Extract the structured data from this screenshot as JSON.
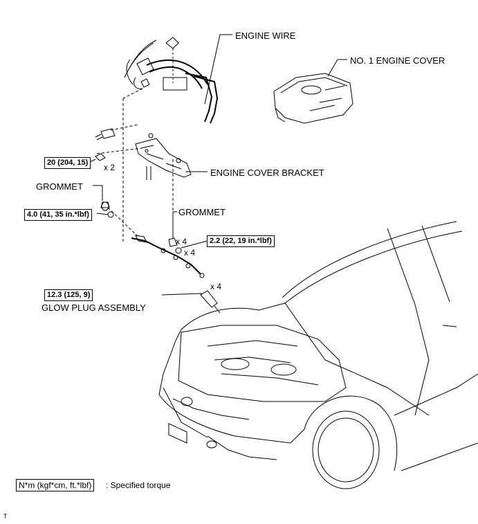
{
  "labels": {
    "engine_wire": "ENGINE WIRE",
    "no1_engine_cover": "NO. 1 ENGINE COVER",
    "engine_cover_bracket": "ENGINE COVER BRACKET",
    "grommet_left": "GROMMET",
    "grommet_right": "GROMMET",
    "glow_plug_assembly": "GLOW PLUG ASSEMBLY"
  },
  "torques": {
    "bracket_bolt": "20 (204, 15)",
    "grommet_nut": "4.0 (41, 35 in.*lbf)",
    "glow_plug_nut": "2.2 (22, 19 in.*lbf)",
    "glow_plug": "12.3 (125, 9)"
  },
  "multipliers": {
    "bracket_bolt": "x 2",
    "grommet_right": "x 4",
    "nut_right": "x 4",
    "glow_plug": "x 4"
  },
  "legend": {
    "unit_box": "N*m (kgf*cm, ft.*lbf)",
    "description": ": Specified torque"
  },
  "footer": {
    "code": "T"
  }
}
